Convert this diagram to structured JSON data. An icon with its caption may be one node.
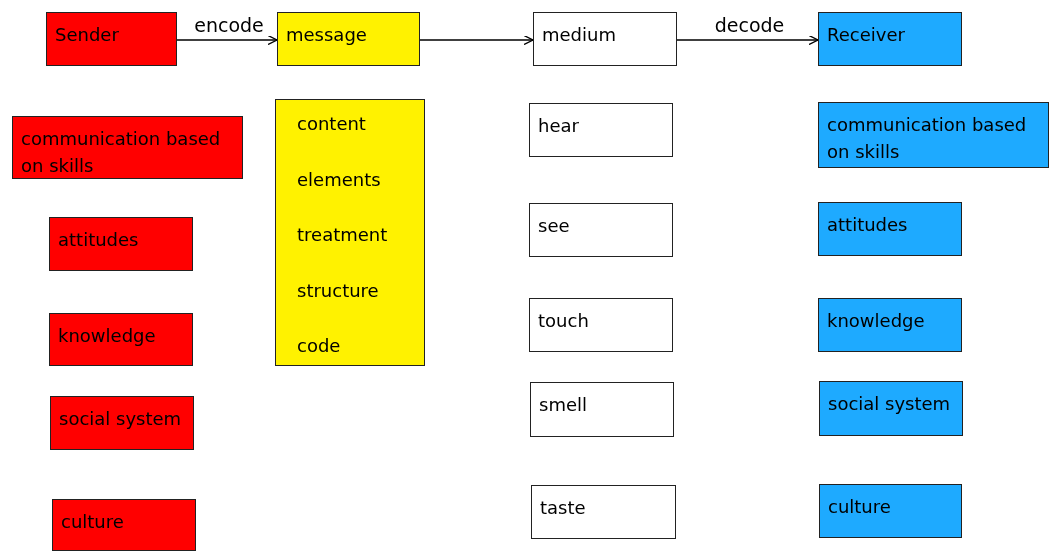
{
  "diagram": {
    "nodes": [
      {
        "text": [
          "Sender"
        ]
      },
      {
        "text": [
          "message"
        ]
      },
      {
        "text": [
          "medium"
        ]
      },
      {
        "text": [
          "Receiver"
        ]
      },
      {
        "text": [
          "communication based on skills"
        ]
      },
      {
        "text": [
          "attitudes"
        ]
      },
      {
        "text": [
          "knowledge"
        ]
      },
      {
        "text": [
          "social system"
        ]
      },
      {
        "text": [
          "culture"
        ]
      },
      {
        "text": [
          "content",
          "elements",
          "treatment",
          "structure",
          "code"
        ]
      },
      {
        "text": [
          "hear"
        ]
      },
      {
        "text": [
          "see"
        ]
      },
      {
        "text": [
          "touch"
        ]
      },
      {
        "text": [
          "smell"
        ]
      },
      {
        "text": [
          "taste"
        ]
      },
      {
        "text": [
          "communication based on skills"
        ]
      },
      {
        "text": [
          "attitudes"
        ]
      },
      {
        "text": [
          "knowledge"
        ]
      },
      {
        "text": [
          "social system"
        ]
      },
      {
        "text": [
          "culture"
        ]
      }
    ],
    "edges": [
      {
        "from": 0,
        "to": 1,
        "arrow": "to",
        "label": "encode"
      },
      {
        "from": 1,
        "to": 2,
        "arrow": "to"
      },
      {
        "from": 2,
        "to": 3,
        "arrow": "to",
        "label": "decode"
      }
    ]
  }
}
